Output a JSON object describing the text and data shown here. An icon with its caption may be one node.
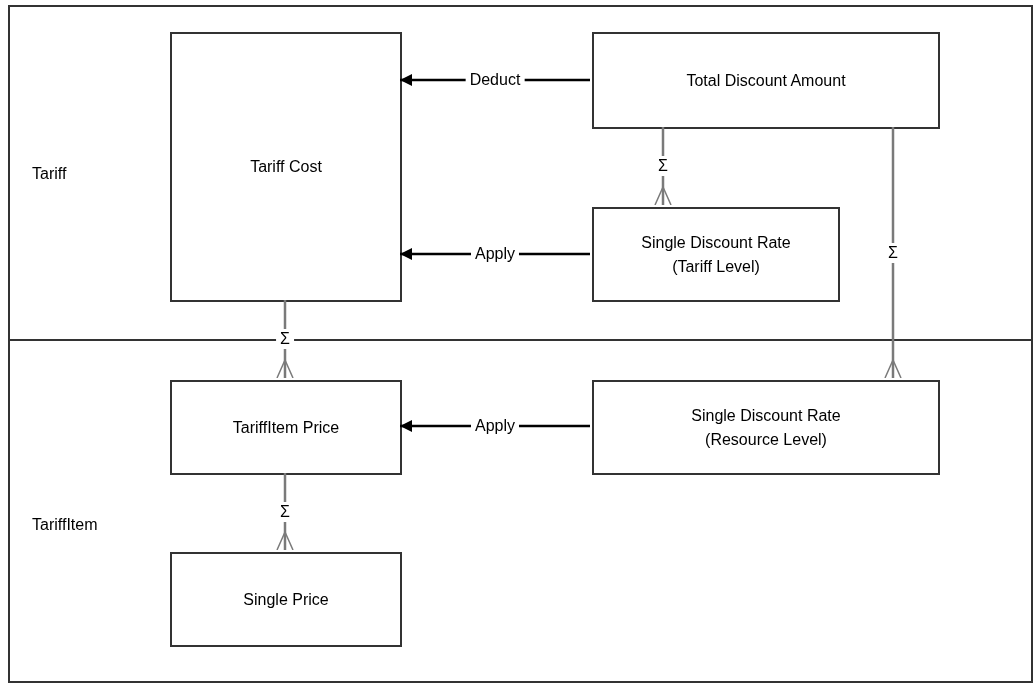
{
  "diagram": {
    "nodes": [
      {
        "text": [
          "Tariff"
        ]
      },
      {
        "text": [
          "Tariff Cost"
        ],
        "in": 0
      },
      {
        "text": [
          "Total Discount Amount"
        ],
        "in": 0
      },
      {
        "text": [
          "Single Discount Rate (Tariff Level)"
        ],
        "in": 0
      },
      {
        "text": [
          "TariffItem"
        ]
      },
      {
        "text": [
          "TariffItem Price"
        ],
        "in": 4
      },
      {
        "text": [
          "Single Discount Rate (Resource Level)"
        ],
        "in": 4
      },
      {
        "text": [
          "Single Price"
        ],
        "in": 4
      }
    ],
    "edges": [
      {
        "from": 2,
        "to": 1,
        "arrow": "to",
        "label": "Deduct",
        "color": "#000000"
      },
      {
        "from": 3,
        "to": 1,
        "arrow": "to",
        "label": "Apply",
        "color": "#000000"
      },
      {
        "from": 2,
        "to": 3,
        "arrow": "other",
        "label": "Σ"
      },
      {
        "from": 2,
        "to": 6,
        "arrow": "other",
        "label": "Σ"
      },
      {
        "from": 1,
        "to": 5,
        "arrow": "other",
        "label": "Σ"
      },
      {
        "from": 6,
        "to": 5,
        "arrow": "to",
        "label": "Apply",
        "color": "#000000"
      },
      {
        "from": 5,
        "to": 7,
        "arrow": "other",
        "label": "Σ"
      }
    ]
  }
}
